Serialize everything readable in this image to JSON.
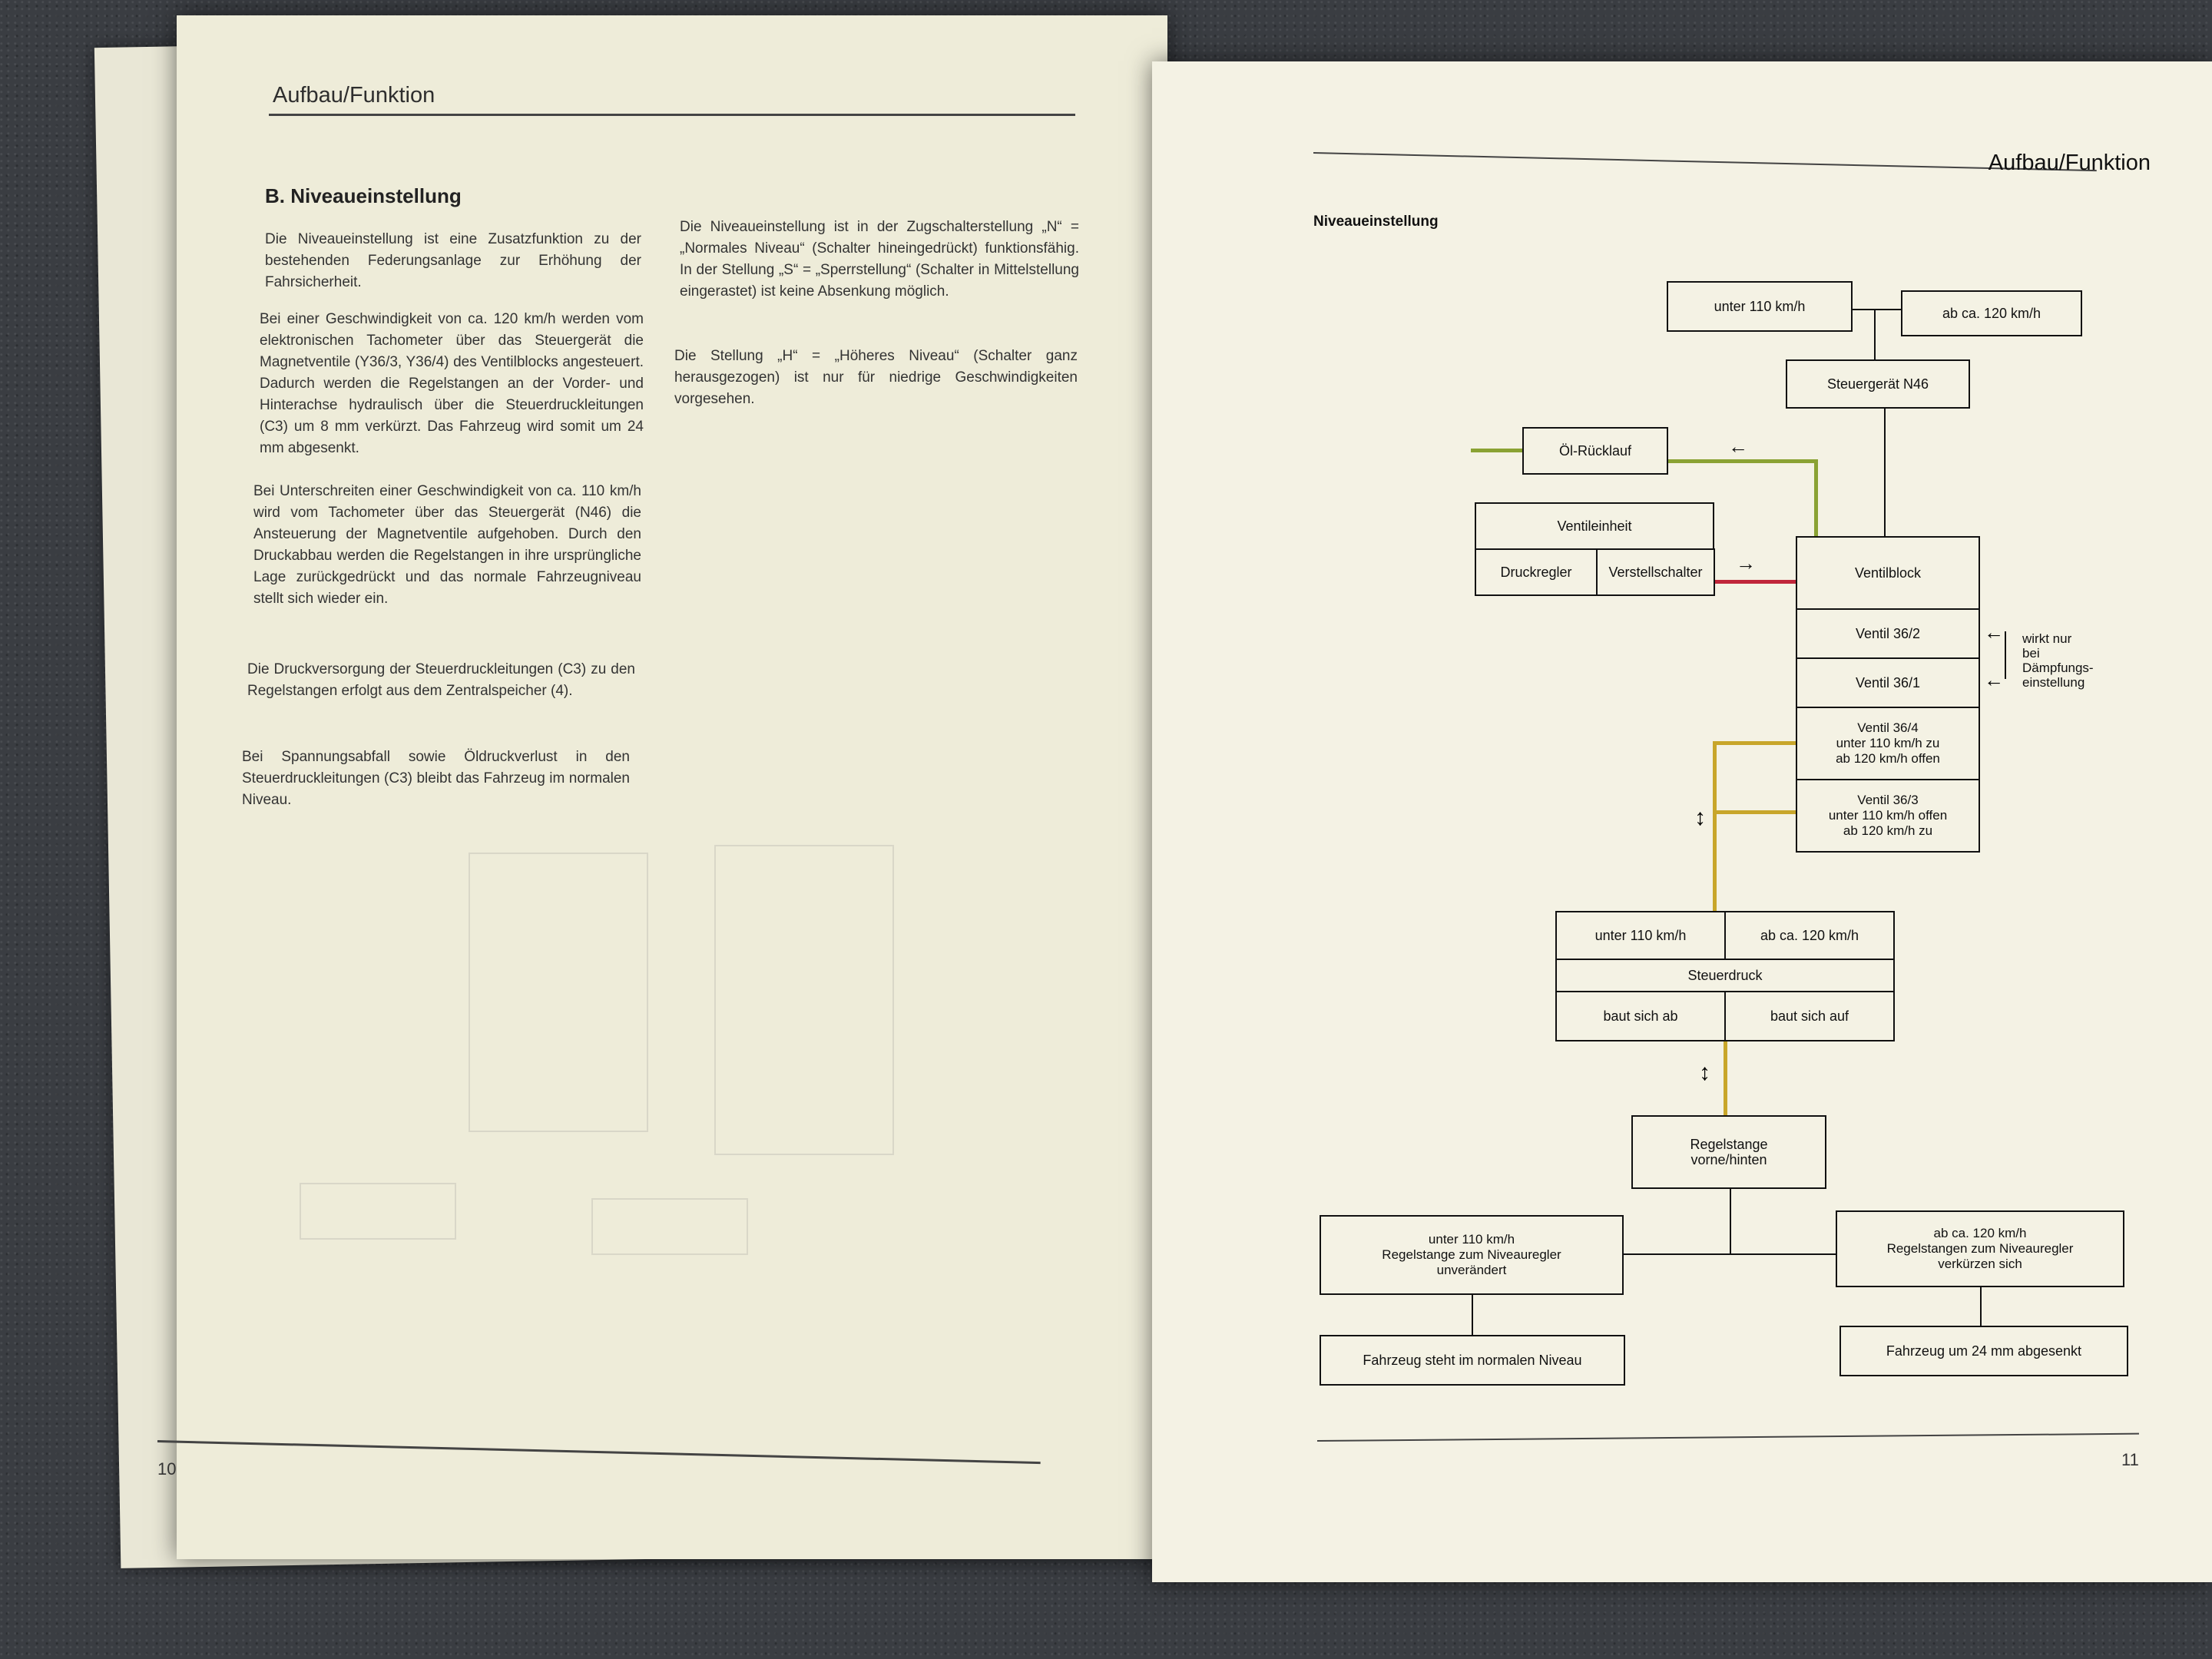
{
  "left_page": {
    "header": "Aufbau/Funktion",
    "section_title": "B. Niveaueinstellung",
    "col1": [
      "Die Niveaueinstellung ist eine Zusatzfunktion zu der bestehenden Federungsanlage zur Erhöhung der Fahrsicherheit.",
      "Bei einer Geschwindigkeit von ca. 120 km/h werden vom elektronischen Tachometer über das Steuergerät die Magnetventile (Y36/3, Y36/4) des Ventilblocks angesteuert. Dadurch werden die Regelstangen an der Vorder- und Hinterachse hydraulisch über die Steuerdruckleitungen (C3) um 8 mm verkürzt. Das Fahrzeug wird somit um 24 mm abgesenkt.",
      "Bei Unterschreiten einer Geschwindigkeit von ca. 110 km/h wird vom Tachometer über das Steuergerät (N46) die Ansteuerung der Magnetventile aufgehoben. Durch den Druckabbau werden die Regelstangen in ihre ursprüngliche Lage zurückgedrückt und das normale Fahrzeugniveau stellt sich wieder ein.",
      "Die Druckversorgung der Steuerdruckleitungen (C3) zu den Regelstangen erfolgt aus dem Zentralspeicher (4).",
      "Bei Spannungsabfall sowie Öldruckverlust in den Steuerdruckleitungen (C3) bleibt das Fahrzeug im normalen Niveau."
    ],
    "col2": [
      "Die Niveaueinstellung ist in der Zugschalterstellung „N“ = „Normales Niveau“ (Schalter hineingedrückt) funktionsfähig. In der Stellung „S“ = „Sperrstellung“ (Schalter in Mittelstellung eingerastet) ist keine Absenkung möglich.",
      "Die Stellung „H“ = „Höheres Niveau“ (Schalter ganz herausgezogen) ist nur für niedrige Geschwindigkeiten vorgesehen."
    ],
    "page_number": "10"
  },
  "right_page": {
    "header": "Aufbau/Funktion",
    "diagram_title": "Niveaueinstellung",
    "page_number": "11",
    "diagram": {
      "unter110": "unter 110 km/h",
      "ab120": "ab ca. 120 km/h",
      "steuergeraet": "Steuergerät N46",
      "oel_ruecklauf": "Öl-Rücklauf",
      "ventileinheit": "Ventileinheit",
      "druckregler": "Druckregler",
      "verstellschalter": "Verstellschalter",
      "ventilblock": "Ventilblock",
      "ventil_36_2": "Ventil 36/2",
      "ventil_36_1": "Ventil 36/1",
      "ventil_36_4": "Ventil 36/4\nunter 110 km/h zu\nab 120 km/h offen",
      "ventil_36_3": "Ventil 36/3\nunter 110 km/h offen\nab 120 km/h zu",
      "wirkt_nur": "wirkt nur\nbei\nDämpfungs-\neinstellung",
      "sd_unter110": "unter 110 km/h",
      "sd_ab120": "ab ca. 120 km/h",
      "steuerdruck": "Steuerdruck",
      "baut_ab": "baut sich ab",
      "baut_auf": "baut sich auf",
      "regelstange": "Regelstange\nvorne/hinten",
      "left_result": "unter 110 km/h\nRegelstange zum Niveauregler\nunverändert",
      "right_result": "ab ca. 120 km/h\nRegelstangen zum Niveauregler\nverkürzen sich",
      "left_final": "Fahrzeug steht im normalen Niveau",
      "right_final": "Fahrzeug um 24 mm abgesenkt"
    },
    "line_colors": {
      "oil_return": "#8aa233",
      "pressure_red": "#c0263a",
      "control_yellow": "#c8a62a"
    }
  }
}
